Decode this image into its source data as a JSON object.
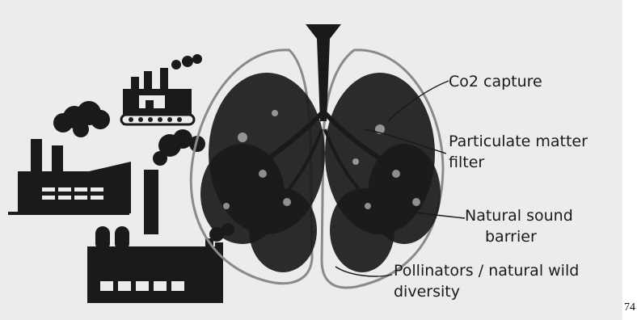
{
  "labels": {
    "co2": "Co2 capture",
    "pm_line1": "Particulate matter",
    "pm_line2": "filter",
    "sound_line1": "Natural sound",
    "sound_line2": "barrier",
    "pollinators_line1": "Pollinators / natural wild",
    "pollinators_line2": "diversity"
  },
  "page_number": "74",
  "icons": {
    "factories": "factory-icon",
    "tree": "tree-icon",
    "lung": "lung-outline-icon"
  },
  "colors": {
    "background": "#ececec",
    "ink": "#1a1a1a",
    "outline": "#8a8a8a"
  }
}
